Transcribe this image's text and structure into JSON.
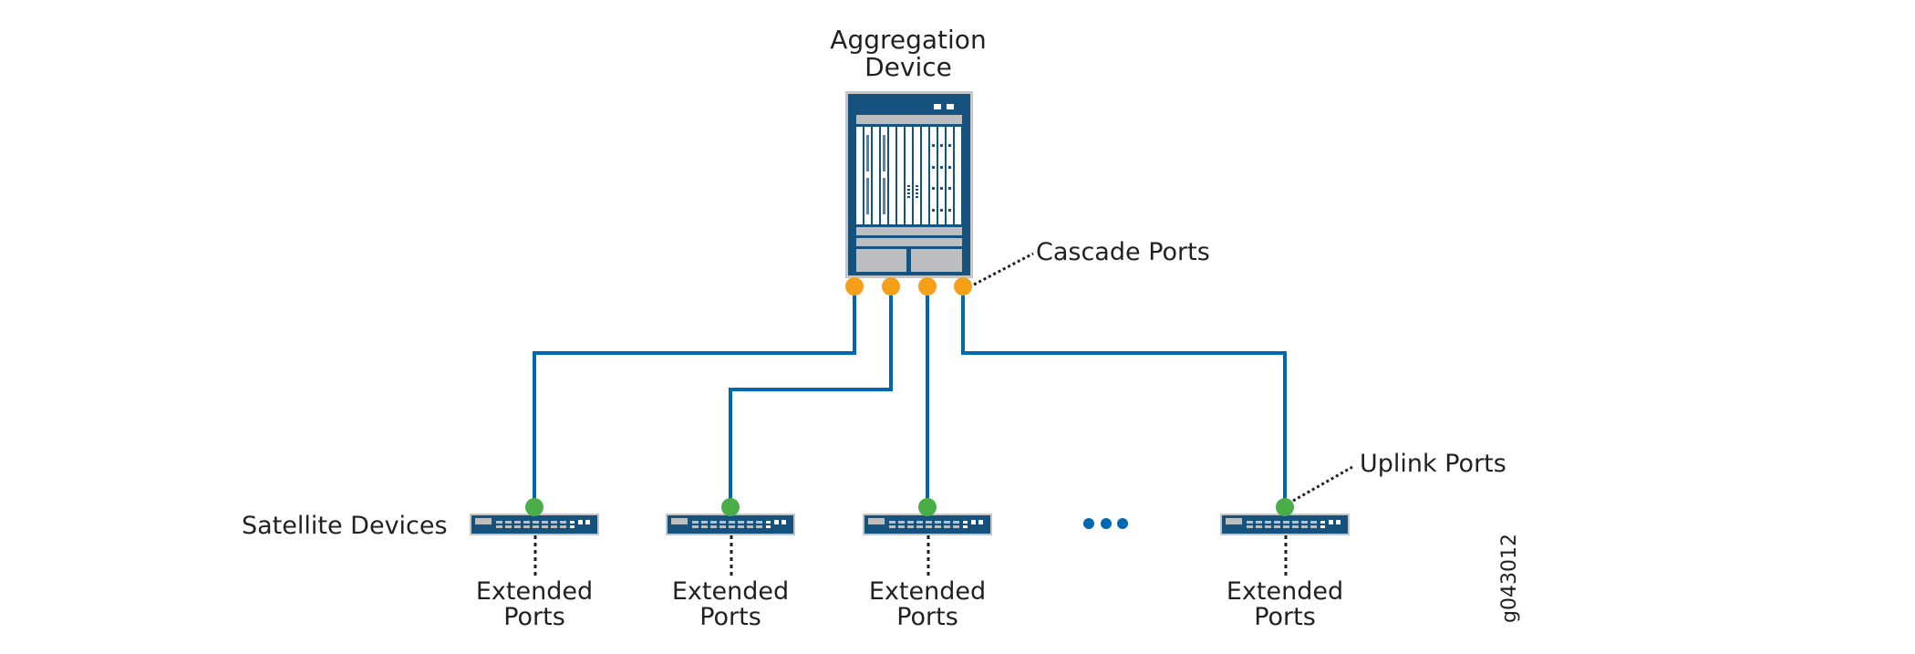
{
  "diagram": {
    "figure_id": "g043012",
    "aggregation_device": {
      "label_line1": "Aggregation",
      "label_line2": "Device",
      "cascade_ports_label": "Cascade Ports",
      "cascade_port_count": 4
    },
    "satellite_devices_label": "Satellite Devices",
    "uplink_ports_label": "Uplink Ports",
    "ellipsis": "more satellite devices",
    "satellites": [
      {
        "extended_label_line1": "Extended",
        "extended_label_line2": "Ports",
        "connected_cascade_port": 1
      },
      {
        "extended_label_line1": "Extended",
        "extended_label_line2": "Ports",
        "connected_cascade_port": 2
      },
      {
        "extended_label_line1": "Extended",
        "extended_label_line2": "Ports",
        "connected_cascade_port": 3
      },
      {
        "extended_label_line1": "Extended",
        "extended_label_line2": "Ports",
        "connected_cascade_port": 4
      }
    ],
    "colors": {
      "device_blue": "#16527e",
      "device_border": "#c4c6c8",
      "panel_grey": "#bcbec0",
      "link_blue": "#0067b1",
      "cascade_port_orange": "#f6a01a",
      "uplink_port_green": "#4aae48",
      "text": "#231f20",
      "ellipsis_blue": "#0067b1"
    }
  }
}
